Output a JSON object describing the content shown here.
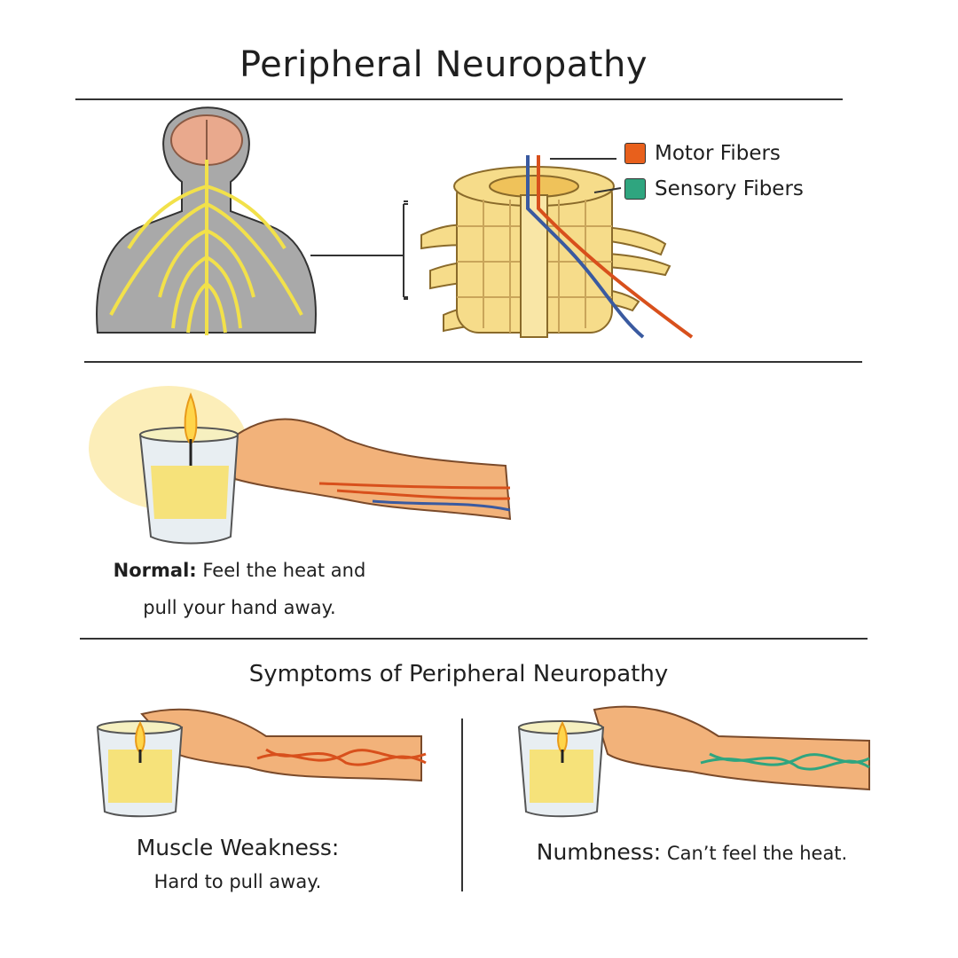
{
  "title": "Peripheral Neuropathy",
  "legend": [
    {
      "label": "Motor Fibers",
      "color": "#e8601c"
    },
    {
      "label": "Sensory Fibers",
      "color": "#2fa57f"
    }
  ],
  "normal": {
    "label": "Normal:",
    "text_line1": "Feel the heat and",
    "text_line2": "pull your hand away."
  },
  "symptoms_heading": "Symptoms of Peripheral Neuropathy",
  "symptoms": [
    {
      "label": "Muscle Weakness:",
      "text": "Hard to pull away."
    },
    {
      "label": "Numbness:",
      "text": "Can’t feel the heat."
    }
  ]
}
